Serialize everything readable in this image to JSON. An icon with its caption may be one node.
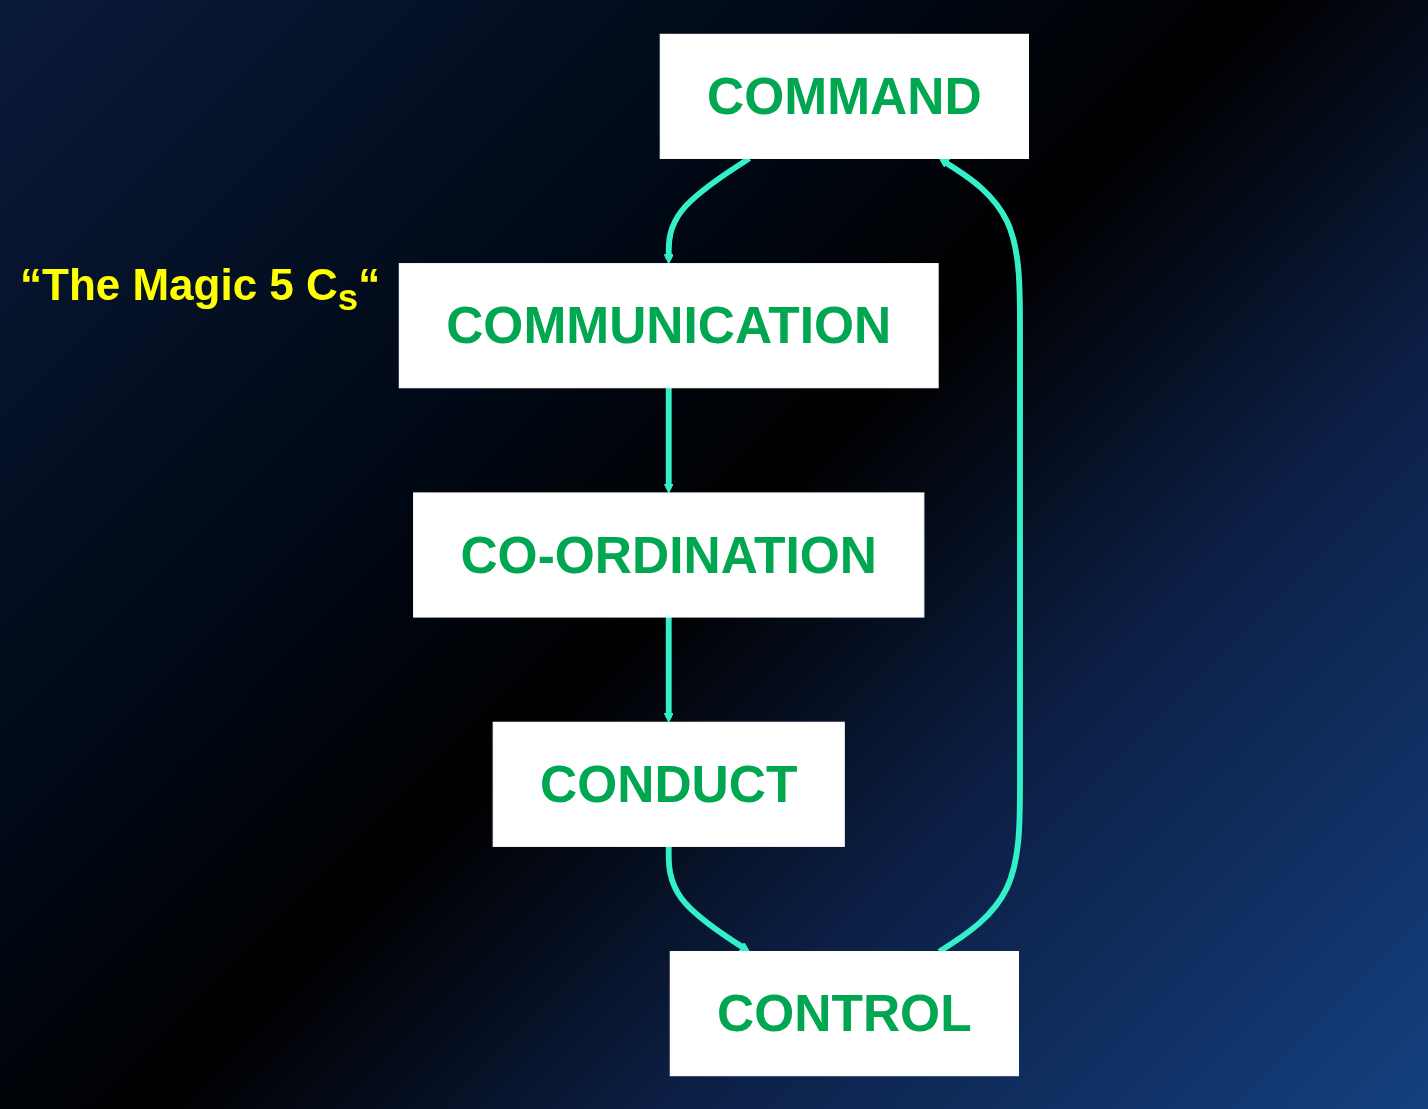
{
  "diagram": {
    "nodes": [
      {
        "text": [
          "COMMAND"
        ]
      },
      {
        "text": [
          "COMMUNICATION"
        ]
      },
      {
        "text": [
          "CO-ORDINATION"
        ]
      },
      {
        "text": [
          "CONDUCT"
        ]
      },
      {
        "text": [
          "CONTROL"
        ]
      }
    ],
    "edges": [
      {
        "from": 0,
        "to": 1,
        "arrow": "to"
      },
      {
        "from": 1,
        "to": 2,
        "arrow": "to"
      },
      {
        "from": 2,
        "to": 3,
        "arrow": "to"
      },
      {
        "from": 3,
        "to": 4,
        "arrow": "to"
      },
      {
        "from": 4,
        "to": 0,
        "arrow": "to"
      }
    ],
    "labels": [
      "“The Magic 5 C$_{s}$“"
    ]
  }
}
